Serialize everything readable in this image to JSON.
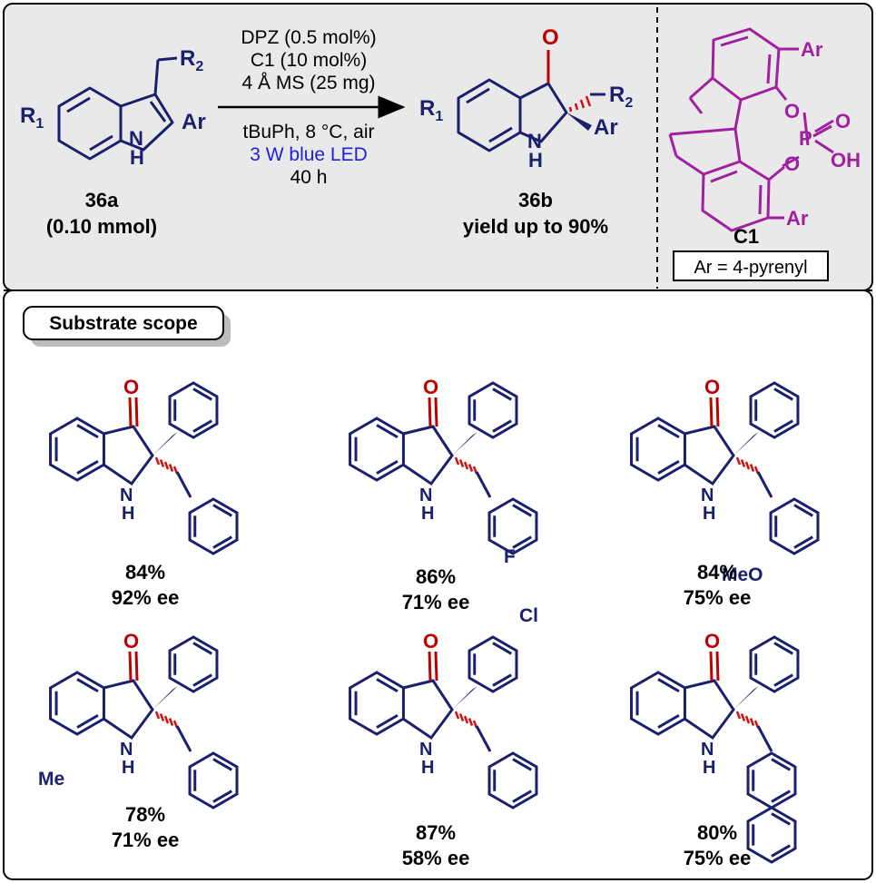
{
  "top_panel": {
    "reactant": {
      "r1": "R1",
      "r2": "R2",
      "ar": "Ar",
      "nh": "H",
      "n": "N",
      "code": "36a",
      "amount": "(0.10 mmol)"
    },
    "conditions": [
      {
        "text": "DPZ (0.5 mol%)",
        "color": "#000000"
      },
      {
        "text": "C1 (10 mol%)",
        "color": "#000000"
      },
      {
        "text": "4 Å MS (25 mg)",
        "color": "#000000"
      },
      {
        "text": "tBuPh, 8 °C, air",
        "color": "#000000"
      },
      {
        "text": "3 W blue LED",
        "color": "#1e1ee6"
      },
      {
        "text": "40 h",
        "color": "#000000"
      }
    ],
    "product": {
      "code": "36b",
      "yield": "yield up to 90%"
    },
    "catalyst": {
      "code": "C1",
      "ar_def": "Ar = 4-pyrenyl",
      "color": "#a020a0"
    }
  },
  "scope": {
    "title": "Substrate scope",
    "entries": [
      {
        "yield": "84%",
        "ee": "92% ee"
      },
      {
        "yield": "86%",
        "ee": "71% ee",
        "sub": "F"
      },
      {
        "yield": "84%",
        "ee": "75% ee",
        "sub": "MeO"
      },
      {
        "yield": "78%",
        "ee": "71% ee",
        "sub": "Me"
      },
      {
        "yield": "87%",
        "ee": "58% ee",
        "sub": "Cl"
      },
      {
        "yield": "80%",
        "ee": "75% ee"
      }
    ]
  },
  "colors": {
    "bond": "#1a1f6e",
    "oxygen": "#c00000",
    "stereo": "#d01010",
    "catalyst": "#a020a0",
    "blue": "#1e1ee6"
  }
}
